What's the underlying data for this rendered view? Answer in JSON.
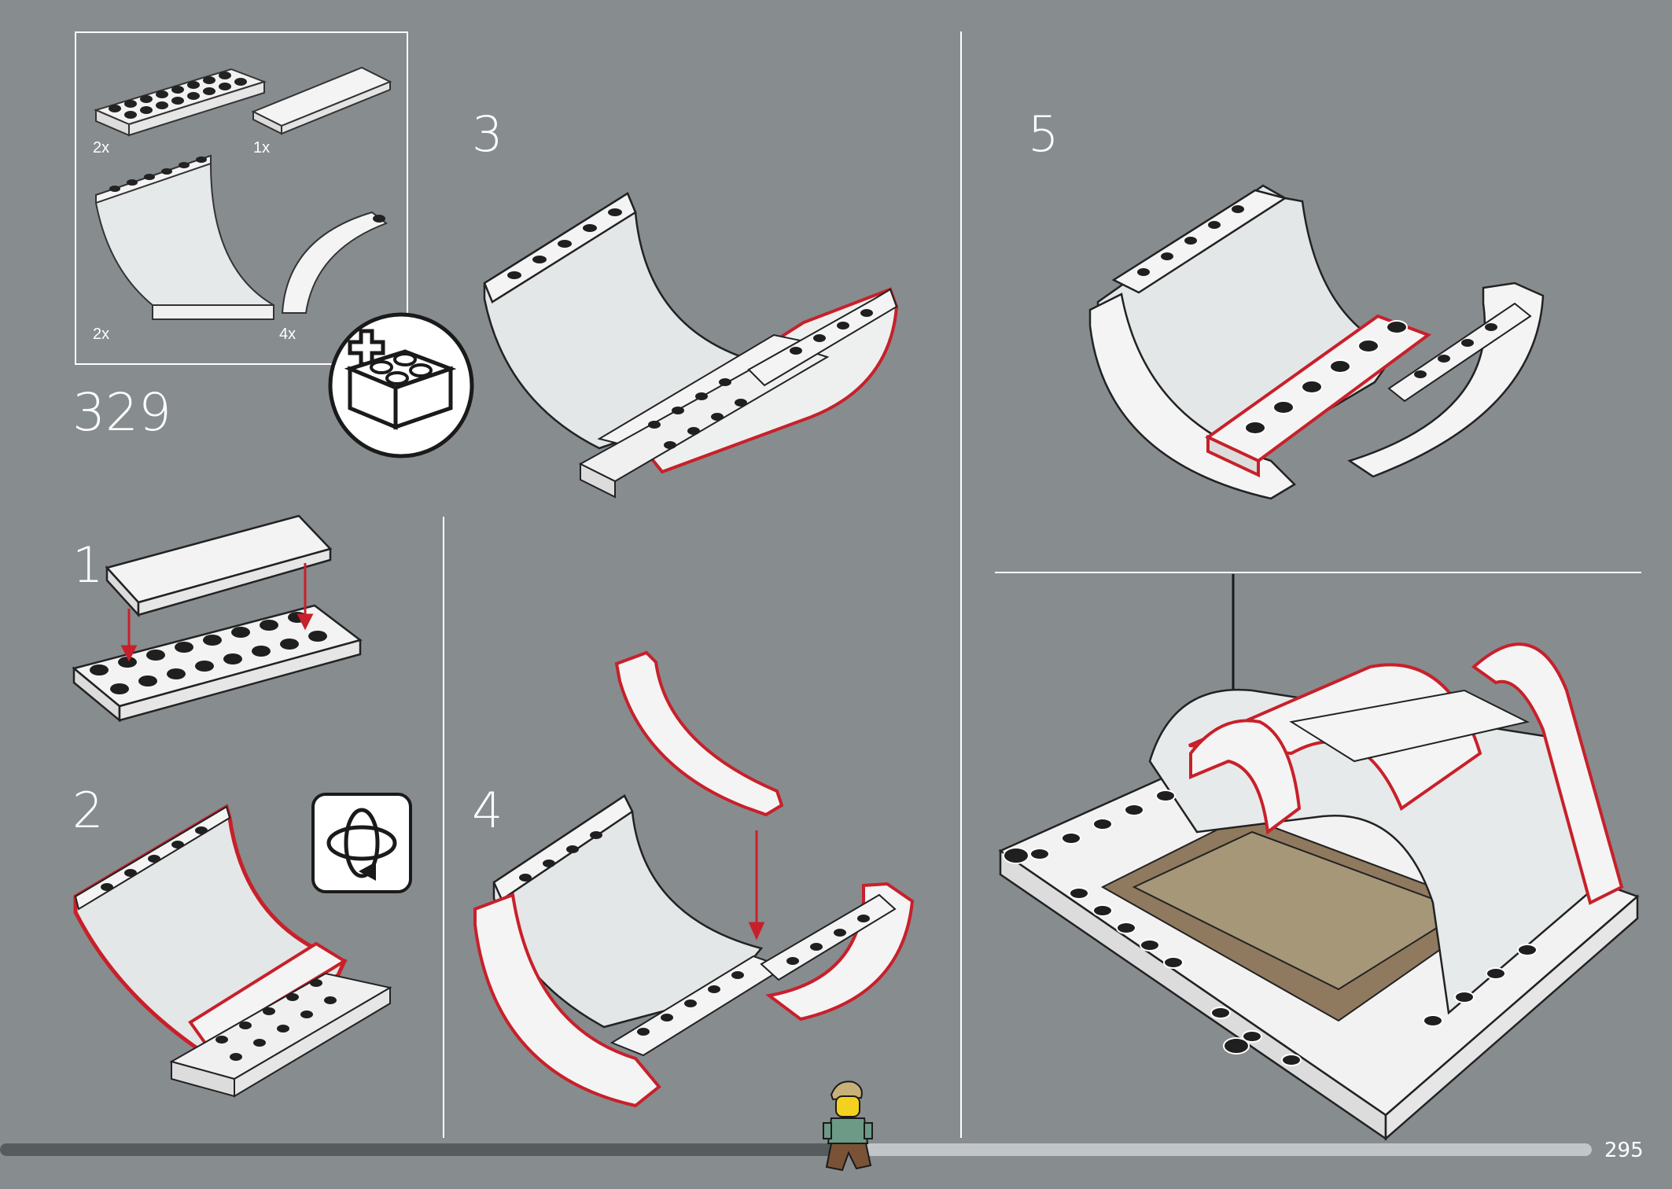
{
  "parts_panel": {
    "items": [
      {
        "qty": "2x",
        "icon": "plate-2x8-icon"
      },
      {
        "qty": "1x",
        "icon": "tile-2x6-icon"
      },
      {
        "qty": "2x",
        "icon": "curved-panel-icon"
      },
      {
        "qty": "4x",
        "icon": "arch-curve-icon"
      }
    ],
    "step_number": "329"
  },
  "steps": [
    {
      "label": "1"
    },
    {
      "label": "2"
    },
    {
      "label": "3"
    },
    {
      "label": "4"
    },
    {
      "label": "5"
    }
  ],
  "page_number": "295",
  "progress": 0.53,
  "colors": {
    "background": "#878c8f",
    "highlight": "#c8202a",
    "arrow_red": "#c8202a",
    "brick": "#ffffff",
    "progress_done": "#565b5d",
    "progress_remaining": "#c3c6c8"
  }
}
